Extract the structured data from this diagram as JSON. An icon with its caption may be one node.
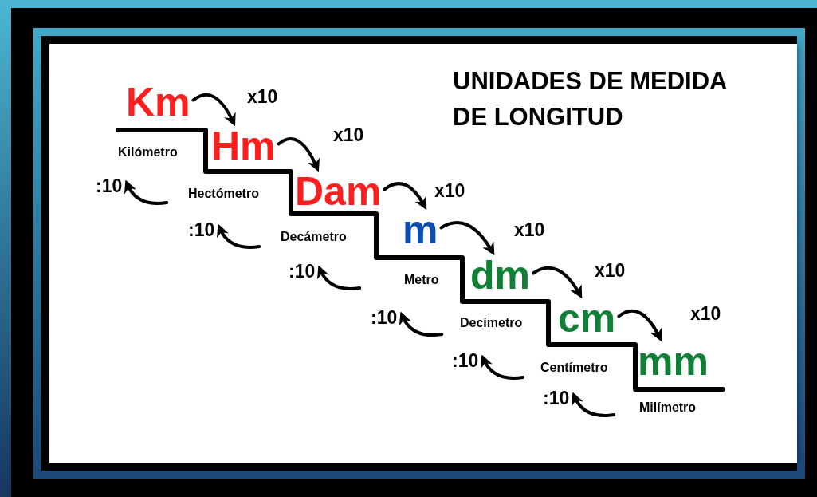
{
  "diagram": {
    "title": "UNIDADES DE MEDIDA DE LONGITUD",
    "nodes": [
      {
        "text": [
          "Km"
        ],
        "beside": [
          "Kilómetro"
        ]
      },
      {
        "text": [
          "Hm"
        ],
        "beside": [
          "Hectómetro"
        ]
      },
      {
        "text": [
          "Dam"
        ],
        "beside": [
          "Decámetro"
        ]
      },
      {
        "text": [
          "m"
        ],
        "beside": [
          "Metro"
        ]
      },
      {
        "text": [
          "dm"
        ],
        "beside": [
          "Decímetro"
        ]
      },
      {
        "text": [
          "cm"
        ],
        "beside": [
          "Centímetro"
        ]
      },
      {
        "text": [
          "mm"
        ],
        "beside": [
          "Milímetro"
        ]
      },
      {
        "text": [
          ":10"
        ]
      },
      {
        "text": [
          ":10"
        ]
      },
      {
        "text": [
          ":10"
        ]
      },
      {
        "text": [
          ":10"
        ]
      },
      {
        "text": [
          ":10"
        ]
      },
      {
        "text": [
          ":10"
        ]
      }
    ],
    "edges": [
      {
        "from": 0,
        "to": 1,
        "arrow": "to",
        "label": "x10"
      },
      {
        "from": 1,
        "to": 2,
        "arrow": "to",
        "label": "x10"
      },
      {
        "from": 2,
        "to": 3,
        "arrow": "to",
        "label": "x10"
      },
      {
        "from": 3,
        "to": 4,
        "arrow": "to",
        "label": "x10"
      },
      {
        "from": 4,
        "to": 5,
        "arrow": "to",
        "label": "x10"
      },
      {
        "from": 5,
        "to": 6,
        "arrow": "to",
        "label": "x10"
      },
      {
        "from": null,
        "to": 7,
        "arrow": "to"
      },
      {
        "from": null,
        "to": 8,
        "arrow": "to"
      },
      {
        "from": null,
        "to": 9,
        "arrow": "to"
      },
      {
        "from": null,
        "to": 10,
        "arrow": "to"
      },
      {
        "from": null,
        "to": 11,
        "arrow": "to"
      },
      {
        "from": null,
        "to": 12,
        "arrow": "to"
      }
    ]
  }
}
